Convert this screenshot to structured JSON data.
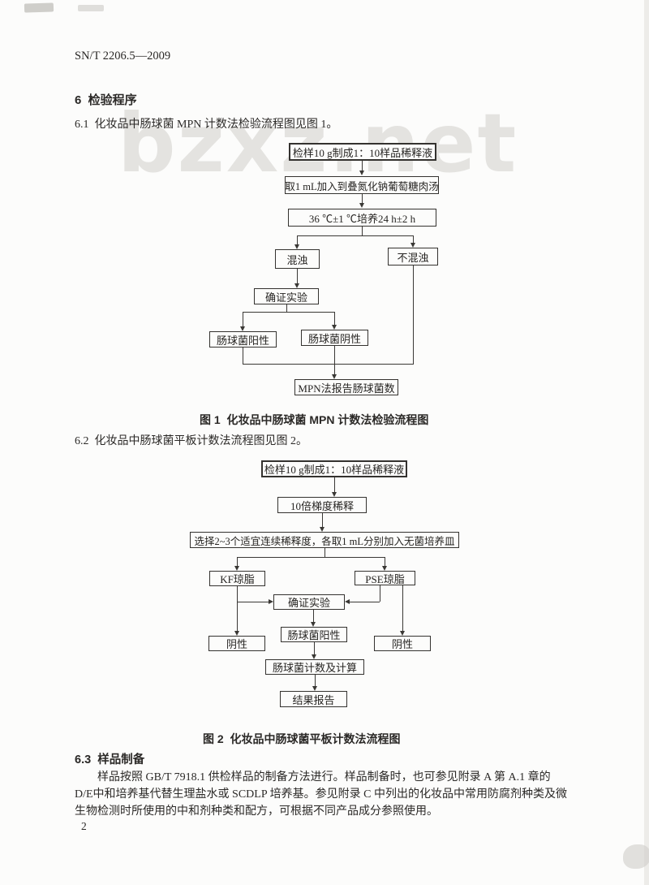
{
  "page": {
    "doc_number": "SN/T 2206.5—2009",
    "page_number": "2",
    "watermark": "bzxz.net"
  },
  "sections": {
    "s6_heading": "6  检验程序",
    "s61_text": "6.1  化妆品中肠球菌 MPN 计数法检验流程图见图 1。",
    "s62_text": "6.2  化妆品中肠球菌平板计数法流程图见图 2。",
    "s63_heading": "6.3  样品制备",
    "s63_line1": "样品按照 GB/T 7918.1 供检样品的制备方法进行。样品制备时，也可参见附录 A 第 A.1 章的",
    "s63_line2": "D/E中和培养基代替生理盐水或 SCDLP 培养基。参见附录 C 中列出的化妆品中常用防腐剂种类及微",
    "s63_line3": "生物检测时所使用的中和剂种类和配方，可根据不同产品成分参照使用。"
  },
  "figure1": {
    "caption": "图 1  化妆品中肠球菌 MPN 计数法检验流程图",
    "boxes": {
      "sample": "检样10 g制成1：10样品稀释液",
      "broth": "取1 mL加入到叠氮化钠葡萄糖肉汤",
      "incubate": "36 ℃±1 ℃培养24 h±2 h",
      "turbid": "混浊",
      "not_turbid": "不混浊",
      "confirm": "确证实验",
      "positive": "肠球菌阳性",
      "negative": "肠球菌阴性",
      "report": "MPN法报告肠球菌数"
    }
  },
  "figure2": {
    "caption": "图 2  化妆品中肠球菌平板计数法流程图",
    "boxes": {
      "sample": "检样10 g制成1：10样品稀释液",
      "dilution": "10倍梯度稀释",
      "plating": "选择2~3个适宜连续稀释度，各取1 mL分别加入无菌培养皿",
      "kf_agar": "KF琼脂",
      "pse_agar": "PSE琼脂",
      "confirm": "确证实验",
      "negative_left": "阴性",
      "negative_right": "阴性",
      "positive": "肠球菌阳性",
      "count": "肠球菌计数及计算",
      "report": "结果报告"
    }
  }
}
